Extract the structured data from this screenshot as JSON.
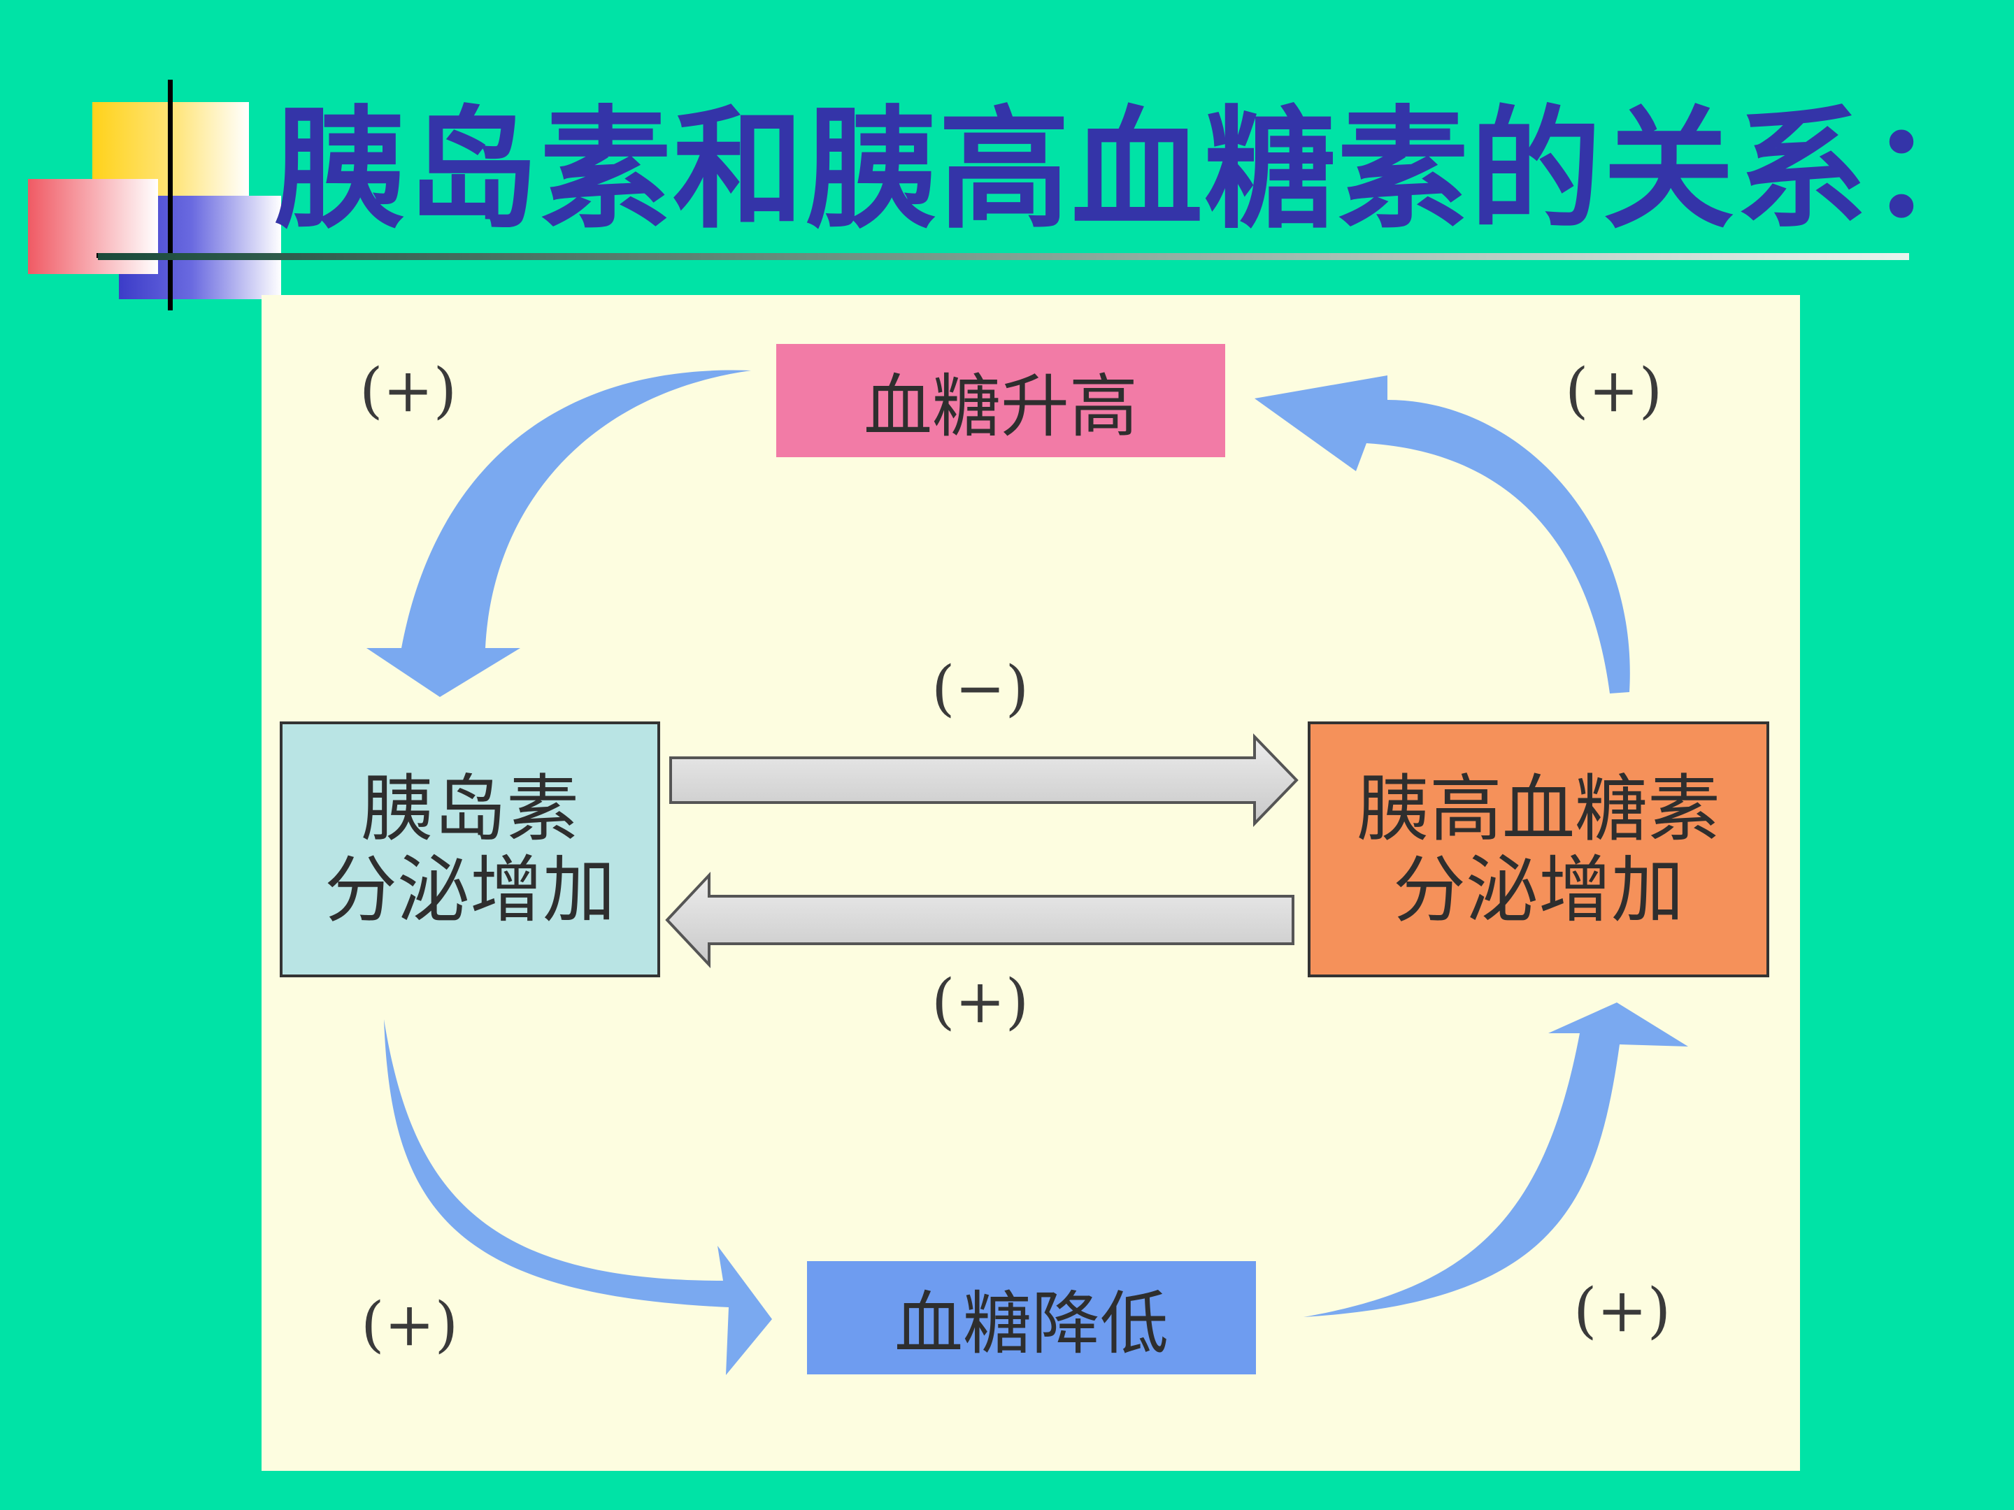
{
  "title": "胰岛素和胰高血糖素的关系：",
  "nodes": {
    "blood_sugar_rise": {
      "label": "血糖升高",
      "color": "#F27BA6"
    },
    "blood_sugar_fall": {
      "label": "血糖降低",
      "color": "#6E9CF0"
    },
    "insulin": {
      "lines": [
        "胰岛素",
        "分泌增加"
      ],
      "color": "#B9E4E4"
    },
    "glucagon": {
      "lines": [
        "胰高血糖素",
        "分泌增加"
      ],
      "color": "#F5915A"
    }
  },
  "signs": {
    "rise_to_insulin": "(+)",
    "glucagon_to_rise": "(+)",
    "insulin_to_glucagon": "(−)",
    "glucagon_to_insulin": "(+)",
    "insulin_to_fall": "(+)",
    "fall_to_glucagon": "(+)"
  },
  "colors": {
    "background": "#00E3A6",
    "title": "#3434A8",
    "panel": "#FDFDE0",
    "curved_arrow": "#7AA9F0",
    "straight_arrow": "#D6D6D6"
  }
}
